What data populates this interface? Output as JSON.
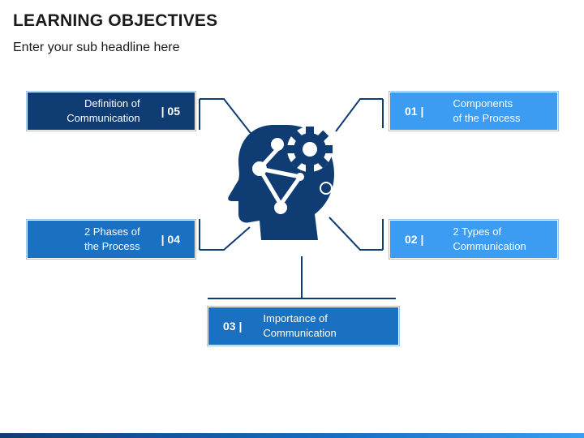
{
  "header": {
    "title": "LEARNING OBJECTIVES",
    "subtitle": "Enter your sub headline here"
  },
  "items": [
    {
      "number": "01 |",
      "label": "Components\nof the Process",
      "color": "#3b9cf2"
    },
    {
      "number": "02 |",
      "label": "2 Types of\nCommunication",
      "color": "#3b9cf2"
    },
    {
      "number": "03 |",
      "label": "Importance of\nCommunication",
      "color": "#1a70c1"
    },
    {
      "number": "| 04",
      "label": "2 Phases of\nthe Process",
      "color": "#1a70c1"
    },
    {
      "number": "| 05",
      "label": "Definition of\nCommunication",
      "color": "#0f3d73"
    }
  ],
  "icons": {
    "center": "head-with-gear-icon"
  },
  "colors": {
    "dark_blue": "#0f3d73",
    "mid_blue": "#1a70c1",
    "light_blue": "#3b9cf2",
    "connector": "#0f3d73"
  }
}
